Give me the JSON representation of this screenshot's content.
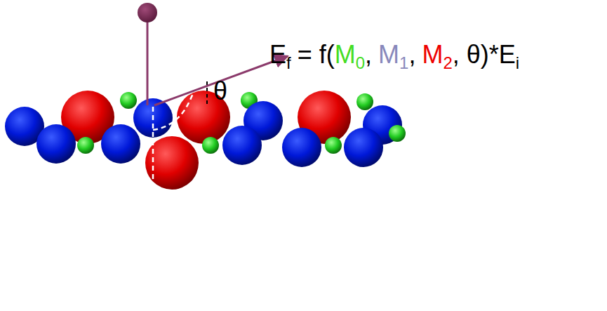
{
  "diagram": {
    "labels": [
      "E",
      "f",
      "= f(",
      "M",
      "0",
      ",",
      "M",
      "1",
      ",",
      "M",
      "2",
      ", θ)*E",
      "i",
      "θ"
    ]
  }
}
